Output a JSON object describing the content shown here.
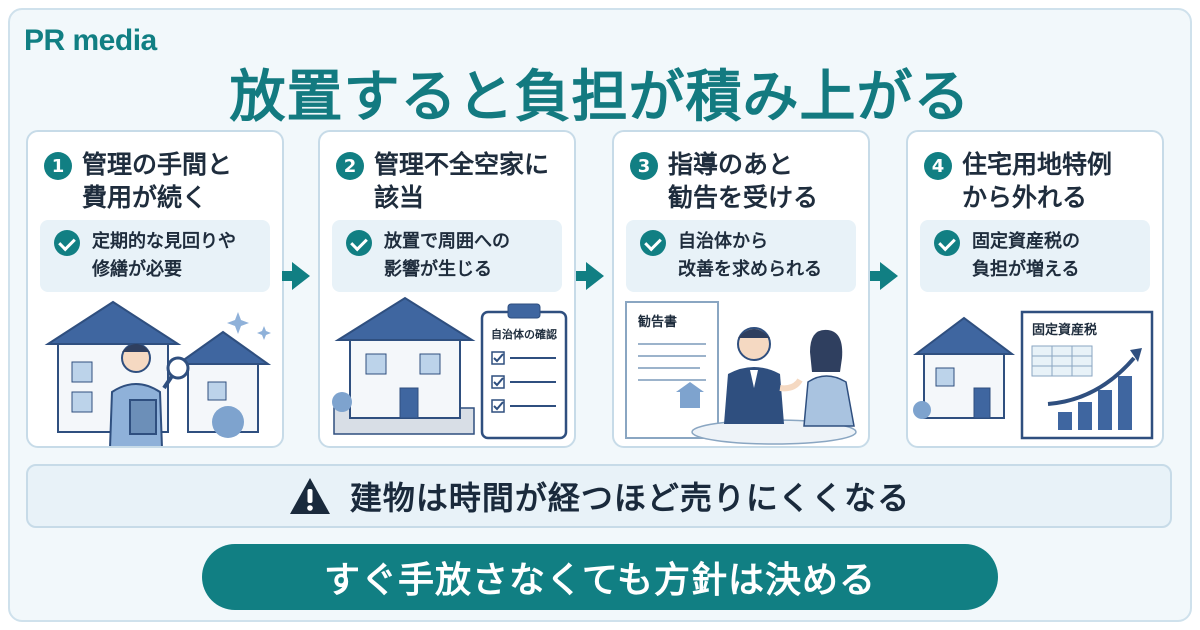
{
  "brand": "PR media",
  "title": "放置すると負担が積み上がる",
  "steps": [
    {
      "num": "1",
      "title": "管理の手間と\n費用が続く",
      "note": "定期的な見回りや\n修繕が必要"
    },
    {
      "num": "2",
      "title": "管理不全空家に\n該当",
      "note": "放置で周囲への\n影響が生じる"
    },
    {
      "num": "3",
      "title": "指導のあと\n勧告を受ける",
      "note": "自治体から\n改善を求められる"
    },
    {
      "num": "4",
      "title": "住宅用地特例\nから外れる",
      "note": "固定資産税の\n負担が増える"
    }
  ],
  "illustrations": {
    "clipboard_label": "自治体の確認",
    "document_label": "勧告書",
    "tax_label": "固定資産税"
  },
  "warning": "建物は時間が経つほど売りにくくなる",
  "cta": "すぐ手放さなくても方針は決める",
  "colors": {
    "accent": "#117f83",
    "card_border": "#c7dbe8",
    "panel": "#e8f2f8",
    "navy": "#2f4f7f"
  }
}
